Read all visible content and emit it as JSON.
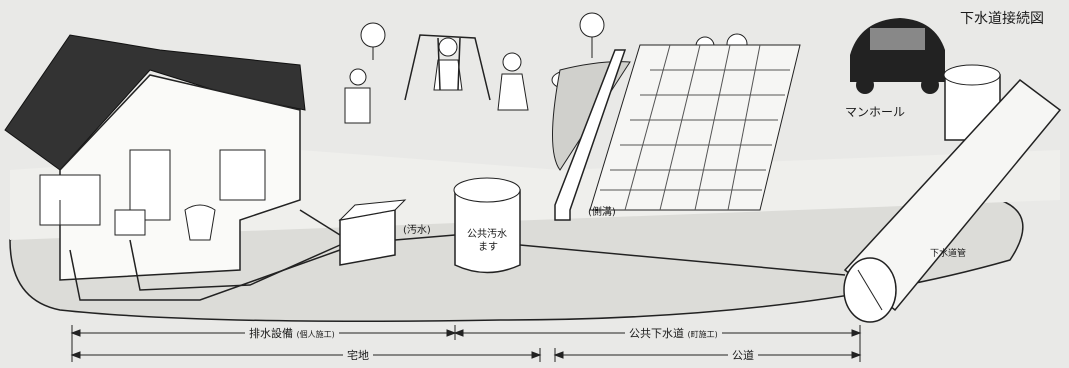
{
  "title": "下水道接続図",
  "labels": {
    "manhole": "マンホール",
    "sewer_pipe": "下水道管",
    "side_ditch": "(側溝)",
    "sewage": "(汚水)",
    "public_basin_line1": "公共汚水",
    "public_basin_line2": "ます"
  },
  "spans": {
    "drainage": "排水設備",
    "drainage_note": "(個人施工)",
    "public_sewer": "公共下水道",
    "public_sewer_note": "(町施工)",
    "residential": "宅地",
    "public_road": "公道"
  }
}
